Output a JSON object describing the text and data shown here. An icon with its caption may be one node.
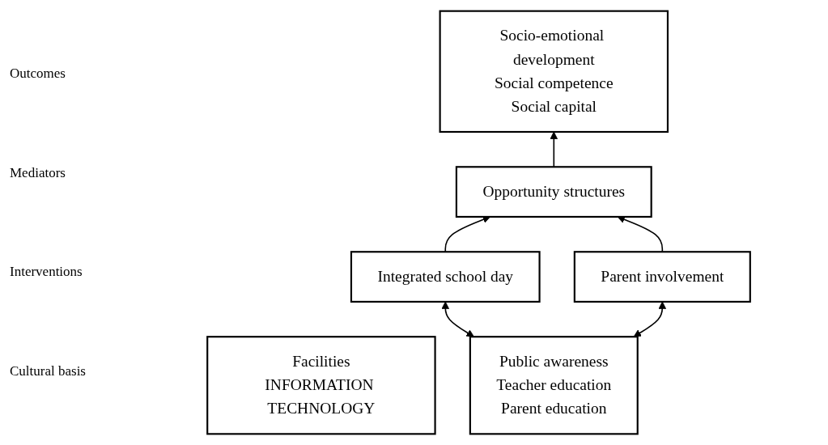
{
  "diagram": {
    "nodes": [
      {
        "text": [
          "Socio-emotional development",
          "Social competence",
          "Social capital"
        ]
      },
      {
        "text": [
          "Facilities",
          "INFORMATION TECHNOLOGY"
        ]
      },
      {
        "text": [
          "Opportunity structures"
        ]
      },
      {
        "text": [
          "Integrated school day"
        ]
      },
      {
        "text": [
          "Parent involvement"
        ]
      },
      {
        "text": [
          "Public awareness",
          "Teacher education",
          "Parent education"
        ]
      }
    ],
    "edges": [
      {
        "from": 2,
        "to": 0,
        "arrow": "to"
      },
      {
        "from": 3,
        "to": 2,
        "arrow": "to"
      },
      {
        "from": 4,
        "to": 2,
        "arrow": "to"
      },
      {
        "from": 5,
        "to": 3,
        "arrow": "both"
      },
      {
        "from": 5,
        "to": 4,
        "arrow": "both"
      }
    ],
    "labels": [
      "Outcomes",
      "Mediators",
      "Interventions",
      "Cultural basis"
    ]
  }
}
